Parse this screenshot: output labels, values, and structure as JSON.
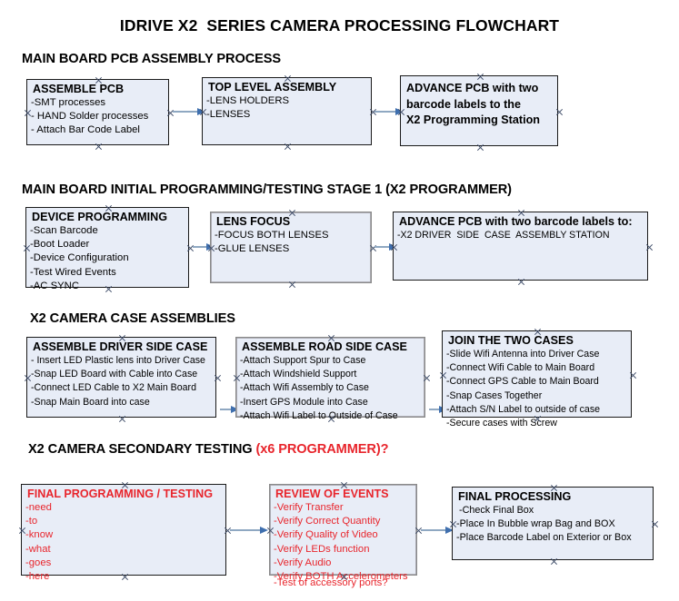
{
  "title": "IDRIVE X2  SERIES CAMERA PROCESSING FLOWCHART",
  "colors": {
    "box_fill": "#e8edf7",
    "box_border": "#1a1a1a",
    "arrow_line": "#8fa8c2",
    "arrow_head": "#3f6fae",
    "accent_red": "#e8252c",
    "text": "#000000"
  },
  "sections": [
    {
      "heading": "MAIN BOARD PCB ASSEMBLY PROCESS",
      "heading_accent": "",
      "nodes": [
        {
          "title": "ASSEMBLE PCB",
          "lines": [
            "-SMT processes",
            "- HAND Solder processes",
            "- Attach Bar Code Label"
          ]
        },
        {
          "title": "TOP LEVEL ASSEMBLY",
          "lines": [
            "-LENS HOLDERS",
            "-LENSES"
          ]
        },
        {
          "title": "ADVANCE PCB with two\nbarcode labels to the\n X2 Programming Station",
          "lines": []
        }
      ]
    },
    {
      "heading": "MAIN BOARD INITIAL PROGRAMMING/TESTING STAGE 1 (X2 PROGRAMMER)",
      "heading_accent": "",
      "nodes": [
        {
          "title": "DEVICE PROGRAMMING",
          "lines": [
            "-Scan Barcode",
            "-Boot Loader",
            "-Device Configuration",
            "-Test Wired Events",
            "-AC SYNC"
          ]
        },
        {
          "title": "LENS FOCUS",
          "lines": [
            "-FOCUS BOTH LENSES",
            "-GLUE LENSES"
          ]
        },
        {
          "title": "ADVANCE PCB with two barcode labels to:",
          "lines": [
            "-X2 DRIVER  SIDE  CASE  ASSEMBLY STATION"
          ]
        }
      ]
    },
    {
      "heading": "X2 CAMERA CASE ASSEMBLIES",
      "heading_accent": "",
      "nodes": [
        {
          "title": "ASSEMBLE DRIVER SIDE CASE",
          "lines": [
            "- Insert LED Plastic lens into Driver Case",
            "-Snap LED Board with Cable into Case",
            "-Connect LED Cable to X2 Main Board",
            "-Snap Main Board into case"
          ]
        },
        {
          "title": "ASSEMBLE ROAD SIDE CASE",
          "lines": [
            "-Attach Support Spur to Case",
            "-Attach Windshield Support",
            "-Attach Wifi Assembly to Case",
            "-Insert GPS Module into Case",
            "-Attach Wifi Label to Outside of Case"
          ]
        },
        {
          "title": "JOIN THE TWO CASES",
          "lines": [
            "-Slide Wifi Antenna into Driver Case",
            "-Connect Wifi Cable to Main Board",
            "-Connect GPS Cable to Main Board",
            "-Snap Cases Together",
            "-Attach S/N Label to outside of case",
            "-Secure cases with Screw"
          ]
        }
      ]
    },
    {
      "heading": "X2 CAMERA SECONDARY TESTING ",
      "heading_accent": "(x6 PROGRAMMER)?",
      "nodes": [
        {
          "title": "FINAL PROGRAMMING / TESTING",
          "lines": [
            "-need",
            "-to",
            "-know",
            "-what",
            "-goes",
            "-here"
          ]
        },
        {
          "title": "REVIEW OF EVENTS",
          "lines": [
            "-Verify Transfer",
            "-Verify Correct Quantity",
            "-Verify Quality of Video",
            "-Verify LEDs function",
            "-Verify Audio",
            "-Verify BOTH Accelerometers"
          ],
          "overflow_line": "-Test of accessory ports?"
        },
        {
          "title": "FINAL PROCESSING",
          "lines": [
            " -Check Final Box",
            "-Place In Bubble wrap Bag and BOX",
            "-Place Barcode Label on Exterior or Box"
          ]
        }
      ]
    }
  ]
}
